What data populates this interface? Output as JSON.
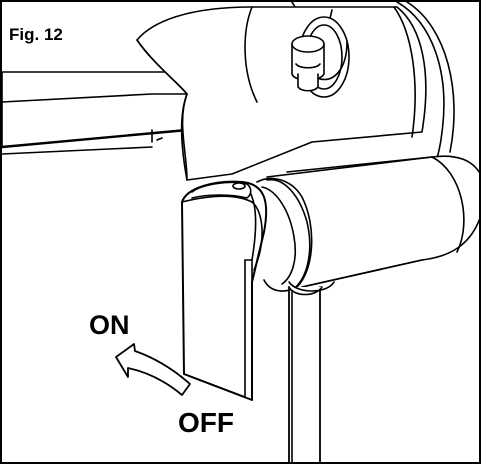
{
  "figure": {
    "label": "Fig. 12"
  },
  "annotations": {
    "on_label": "ON",
    "off_label": "OFF"
  },
  "icons": {
    "curved_arrow": "curved-arrow-icon"
  },
  "colors": {
    "line": "#000000",
    "background": "#ffffff"
  }
}
